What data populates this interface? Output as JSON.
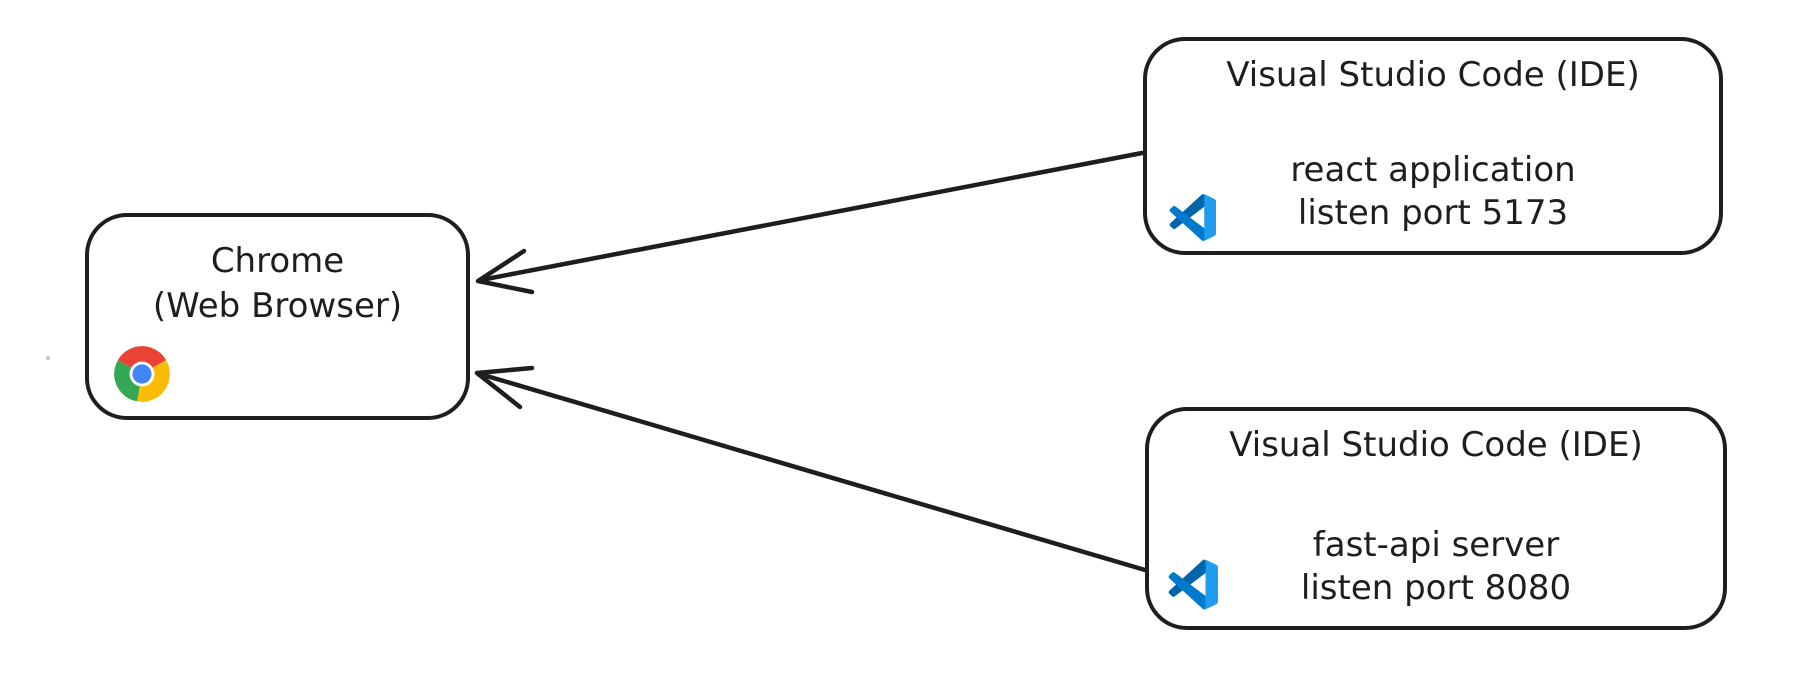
{
  "diagram": {
    "nodes": {
      "chrome": {
        "title": "Chrome",
        "subtitle": "(Web Browser)",
        "icon": "chrome-icon"
      },
      "vscode_react": {
        "title": "Visual Studio Code (IDE)",
        "line1": "react application",
        "line2": "listen port 5173",
        "icon": "vscode-icon"
      },
      "vscode_fastapi": {
        "title": "Visual Studio Code (IDE)",
        "line1": "fast-api server",
        "line2": "listen port 8080",
        "icon": "vscode-icon"
      }
    },
    "edges": [
      {
        "from": "vscode_react",
        "to": "chrome",
        "style": "arrow"
      },
      {
        "from": "vscode_fastapi",
        "to": "chrome",
        "style": "arrow"
      }
    ]
  },
  "colors": {
    "stroke": "#1e1e1e",
    "canvas_background": "#ffffff",
    "chrome_red": "#EA4335",
    "chrome_yellow": "#FBBC05",
    "chrome_green": "#34A853",
    "chrome_blue": "#4285F4",
    "chrome_ring": "#ffffff",
    "vscode_dark_blue": "#0065A9",
    "vscode_mid_blue": "#007ACC",
    "vscode_light_blue": "#1F9CF0"
  }
}
